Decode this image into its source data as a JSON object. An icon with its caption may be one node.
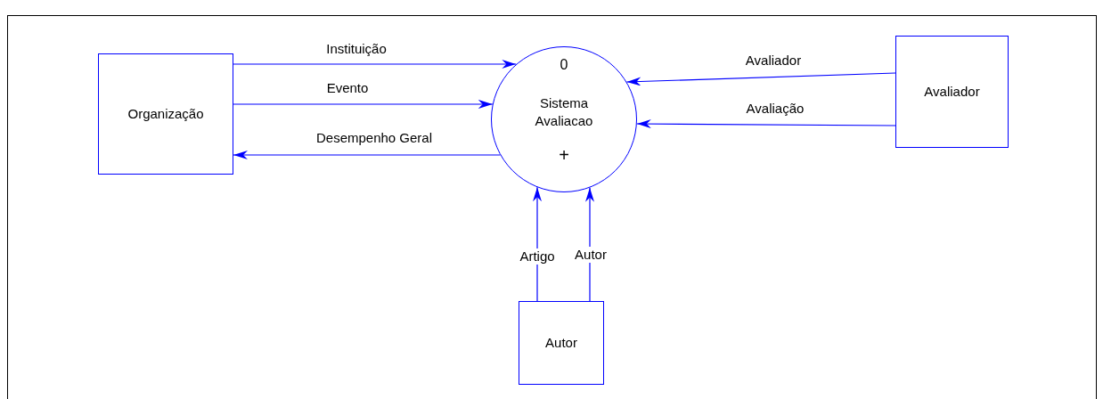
{
  "diagram": {
    "nodes": [
      {
        "text": [
          "Organização"
        ]
      },
      {
        "text": [
          "0",
          "Sistema Avaliacao",
          "+"
        ]
      },
      {
        "text": [
          "Avaliador"
        ]
      },
      {
        "text": [
          "Autor"
        ]
      }
    ],
    "edges": [
      {
        "from": 0,
        "to": 1,
        "arrow": "to",
        "label": "Instituição"
      },
      {
        "from": 0,
        "to": 1,
        "arrow": "to",
        "label": "Evento"
      },
      {
        "from": 1,
        "to": 0,
        "arrow": "to",
        "label": "Desempenho Geral"
      },
      {
        "from": 2,
        "to": 1,
        "arrow": "to",
        "label": "Avaliador"
      },
      {
        "from": 2,
        "to": 1,
        "arrow": "to",
        "label": "Avaliação"
      },
      {
        "from": 3,
        "to": 1,
        "arrow": "to",
        "label": "Artigo"
      },
      {
        "from": 3,
        "to": 1,
        "arrow": "to",
        "label": "Autor"
      }
    ]
  }
}
